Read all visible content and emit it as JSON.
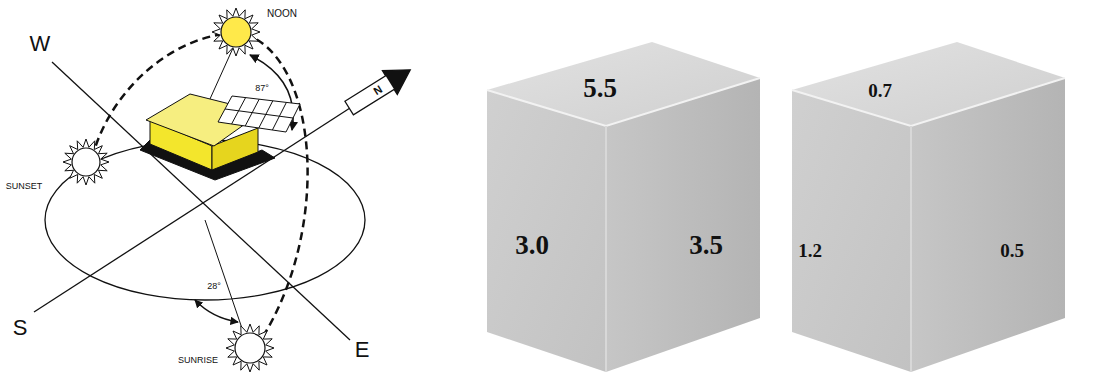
{
  "diagram": {
    "labels": [
      "NOON",
      "W",
      "N",
      "87°",
      "SUNSET",
      "28°",
      "S",
      "SUNRISE",
      "E",
      "5.5",
      "3.0",
      "3.5",
      "0.7",
      "1.2",
      "0.5"
    ]
  }
}
